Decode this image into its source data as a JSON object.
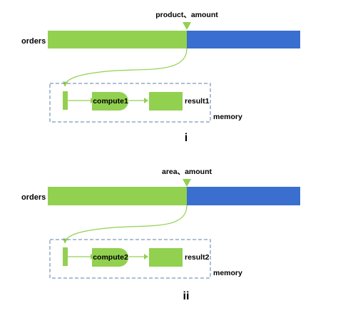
{
  "colors": {
    "green": "#92D050",
    "blue": "#3A6ECF",
    "dashed_border": "#5B7FA8",
    "text": "#000000"
  },
  "panels": [
    {
      "pointer_label": "product、amount",
      "bar_label": "orders",
      "compute_label": "compute1",
      "result_label": "result1",
      "memory_label": "memory",
      "numeral": "i"
    },
    {
      "pointer_label": "area、amount",
      "bar_label": "orders",
      "compute_label": "compute2",
      "result_label": "result2",
      "memory_label": "memory",
      "numeral": "ii"
    }
  ]
}
